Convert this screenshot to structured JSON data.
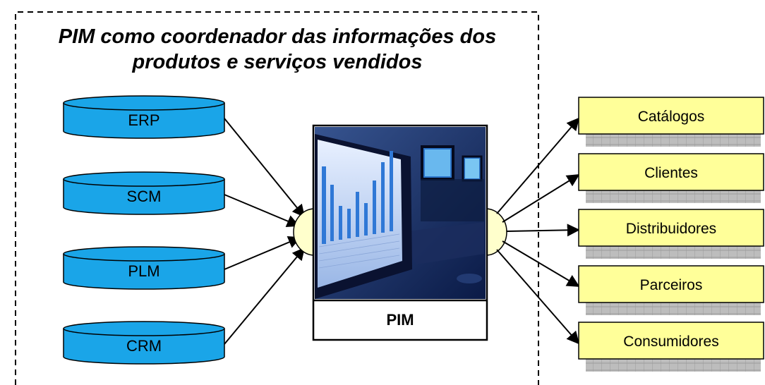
{
  "title": {
    "line1": "PIM como coordenador das informações dos",
    "line2": "produtos e serviços vendidos"
  },
  "sources": [
    {
      "label": "ERP"
    },
    {
      "label": "SCM"
    },
    {
      "label": "PLM"
    },
    {
      "label": "CRM"
    }
  ],
  "hub": {
    "label": "PIM"
  },
  "outputs": [
    {
      "label": "Catálogos"
    },
    {
      "label": "Clientes"
    },
    {
      "label": "Distribuidores"
    },
    {
      "label": "Parceiros"
    },
    {
      "label": "Consumidores"
    }
  ],
  "colors": {
    "cylinder_fill": "#1aa5e8",
    "output_fill": "#ffff99",
    "connector_fill": "#ffffcc",
    "shadow_fill": "#b3b3b3",
    "screen_dark": "#0b1b4a"
  }
}
